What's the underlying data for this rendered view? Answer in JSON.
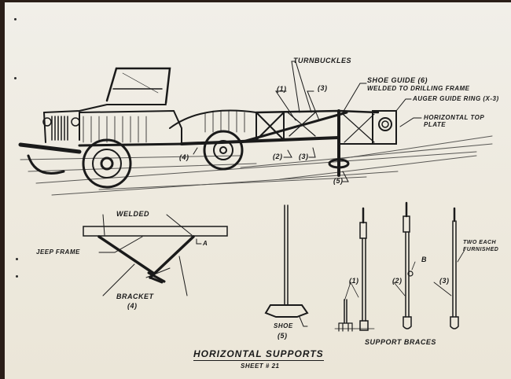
{
  "sheet": {
    "title": "Horizontal Supports",
    "subtitle": "Sheet # 21"
  },
  "main_view": {
    "labels": {
      "turnbuckles": "Turnbuckles",
      "brace_1": "(1)",
      "brace_3_top": "(3)",
      "shoe_guide_line1": "Shoe Guide (6)",
      "shoe_guide_line2": "Welded To Drilling Frame",
      "auger_guide_ring": "Auger Guide Ring (x-3)",
      "horizontal_top_plate_line1": "Horizontal Top",
      "horizontal_top_plate_line2": "Plate",
      "bracket_4": "(4)",
      "brace_2": "(2)",
      "brace_3_bottom": "(3)",
      "shoe_5": "(5)"
    }
  },
  "bracket_detail": {
    "welded": "Welded",
    "jeep_frame": "Jeep Frame",
    "point_a": "A",
    "bracket": "Bracket",
    "number": "(4)"
  },
  "shoe_detail": {
    "label": "Shoe",
    "number": "(5)"
  },
  "support_braces": {
    "caption": "Support Braces",
    "brace_1": "(1)",
    "brace_2": "(2)",
    "brace_3": "(3)",
    "point_b": "B",
    "note_line1": "Two Each",
    "note_line2": "Furnished"
  },
  "colors": {
    "paper": "#eeeadf",
    "ink": "#1a1a1a",
    "border": "#2a1e18"
  }
}
